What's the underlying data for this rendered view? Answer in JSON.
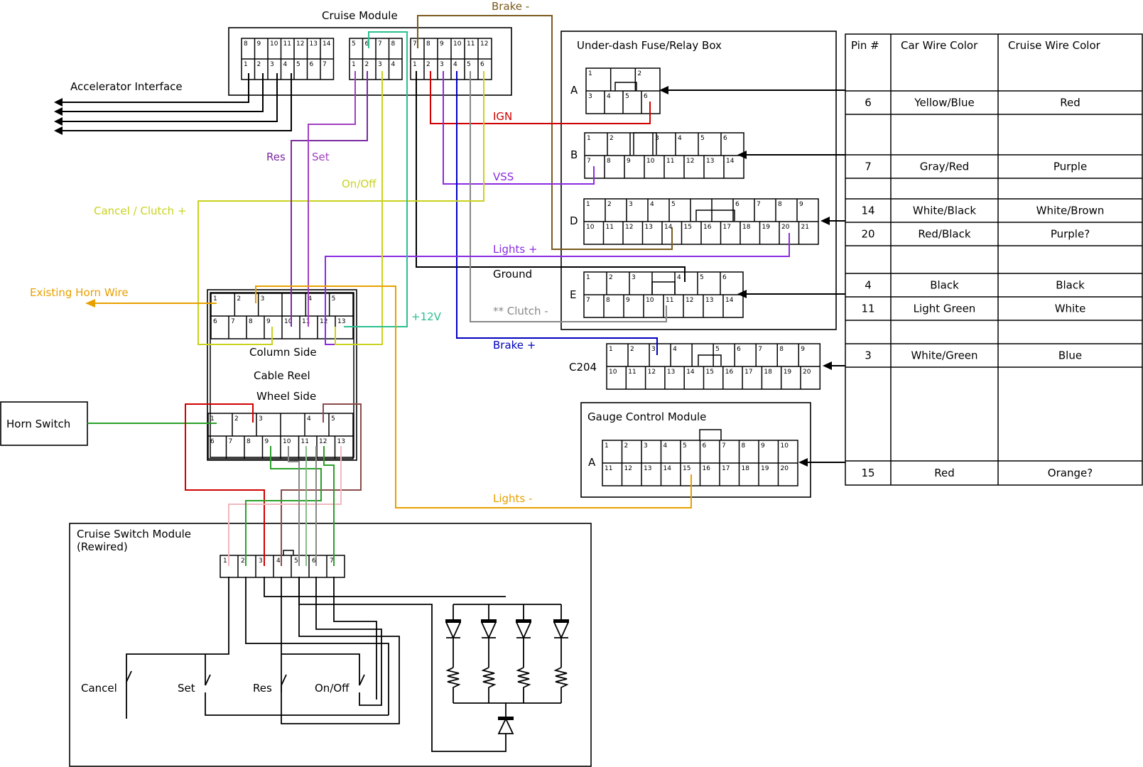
{
  "colors": {
    "brown": "#7a5a1c",
    "red": "#d00000",
    "purple": "#8a2be2",
    "green": "#2aa02a",
    "yellowgreen": "#c9d21e",
    "teal": "#2bbf90",
    "orange": "#e8a000",
    "blue": "#0000c0",
    "gray": "#888888",
    "pink": "#f0b8c0",
    "maroon": "#8b4a4a"
  },
  "labels": {
    "cruise_module": "Cruise Module",
    "brake_minus": "Brake -",
    "accelerator_interface": "Accelerator Interface",
    "ign": "IGN",
    "vss": "VSS",
    "res": "Res",
    "set": "Set",
    "on_off": "On/Off",
    "cancel_clutch": "Cancel / Clutch +",
    "lights_plus": "Lights +",
    "ground": "Ground",
    "existing_horn": "Existing Horn Wire",
    "plus12v": "+12V",
    "clutch_minus": "** Clutch -",
    "brake_plus": "Brake +",
    "column_side": "Column Side",
    "cable_reel": "Cable Reel",
    "wheel_side": "Wheel Side",
    "horn_switch": "Horn Switch",
    "lights_minus": "Lights -",
    "csm_title": "Cruise Switch Module",
    "csm_sub": "(Rewired)",
    "sw_cancel": "Cancel",
    "sw_set": "Set",
    "sw_res": "Res",
    "sw_onoff": "On/Off",
    "fuse_box": "Under-dash Fuse/Relay Box",
    "conn_a": "A",
    "conn_b": "B",
    "conn_d": "D",
    "conn_e": "E",
    "conn_c204": "C204",
    "gauge_module": "Gauge Control Module",
    "gauge_a": "A"
  },
  "table": {
    "headers": [
      "Pin #",
      "Car Wire Color",
      "Cruise Wire Color"
    ],
    "rows": [
      [
        "6",
        "Yellow/Blue",
        "Red"
      ],
      [
        "",
        "",
        ""
      ],
      [
        "7",
        "Gray/Red",
        "Purple"
      ],
      [
        "",
        "",
        ""
      ],
      [
        "14",
        "White/Black",
        "White/Brown"
      ],
      [
        "20",
        "Red/Black",
        "Purple?"
      ],
      [
        "",
        "",
        ""
      ],
      [
        "4",
        "Black",
        "Black"
      ],
      [
        "11",
        "Light Green",
        "White"
      ],
      [
        "",
        "",
        ""
      ],
      [
        "3",
        "White/Green",
        "Blue"
      ],
      [
        "",
        "",
        ""
      ],
      [
        "15",
        "Red",
        "Orange?"
      ]
    ]
  },
  "pins": {
    "cm_a_top": [
      "8",
      "9",
      "10",
      "11",
      "12",
      "13",
      "14"
    ],
    "cm_a_bot": [
      "1",
      "2",
      "3",
      "4",
      "5",
      "6",
      "7"
    ],
    "cm_b_top": [
      "5",
      "6",
      "7",
      "8"
    ],
    "cm_b_bot": [
      "1",
      "2",
      "3",
      "4"
    ],
    "cm_c_top": [
      "7",
      "8",
      "9",
      "10",
      "11",
      "12"
    ],
    "cm_c_bot": [
      "1",
      "2",
      "3",
      "4",
      "5",
      "6"
    ],
    "fa_top": [
      "1",
      "",
      "2"
    ],
    "fa_bot": [
      "3",
      "4",
      "5",
      "6"
    ],
    "fb_top": [
      "1",
      "2",
      "",
      "3",
      "4",
      "5",
      "6"
    ],
    "fb_bot": [
      "7",
      "8",
      "9",
      "10",
      "11",
      "12",
      "13",
      "14"
    ],
    "fd_top": [
      "1",
      "2",
      "3",
      "4",
      "5",
      "",
      "",
      "6",
      "7",
      "8",
      "9"
    ],
    "fd_bot": [
      "10",
      "11",
      "12",
      "13",
      "14",
      "15",
      "16",
      "17",
      "18",
      "19",
      "20",
      "21"
    ],
    "fe_top": [
      "1",
      "2",
      "3",
      "",
      "4",
      "5",
      "6"
    ],
    "fe_bot": [
      "7",
      "8",
      "9",
      "10",
      "11",
      "12",
      "13",
      "14"
    ],
    "c204_top": [
      "1",
      "2",
      "3",
      "4",
      "",
      "5",
      "6",
      "7",
      "8",
      "9"
    ],
    "c204_bot": [
      "10",
      "11",
      "12",
      "13",
      "14",
      "15",
      "16",
      "17",
      "18",
      "19",
      "20"
    ],
    "g_top": [
      "1",
      "2",
      "3",
      "4",
      "5",
      "6",
      "7",
      "8",
      "9",
      "10"
    ],
    "g_bot": [
      "11",
      "12",
      "13",
      "14",
      "15",
      "16",
      "17",
      "18",
      "19",
      "20"
    ],
    "col_top": [
      "1",
      "2",
      "3",
      "",
      "4",
      "5"
    ],
    "col_bot": [
      "6",
      "7",
      "8",
      "9",
      "10",
      "11",
      "12",
      "13"
    ],
    "wh_top": [
      "1",
      "2",
      "3",
      "",
      "4",
      "5"
    ],
    "wh_bot": [
      "6",
      "7",
      "8",
      "9",
      "10",
      "11",
      "12",
      "13"
    ],
    "csm": [
      "1",
      "2",
      "3",
      "4",
      "5",
      "6",
      "7"
    ]
  }
}
